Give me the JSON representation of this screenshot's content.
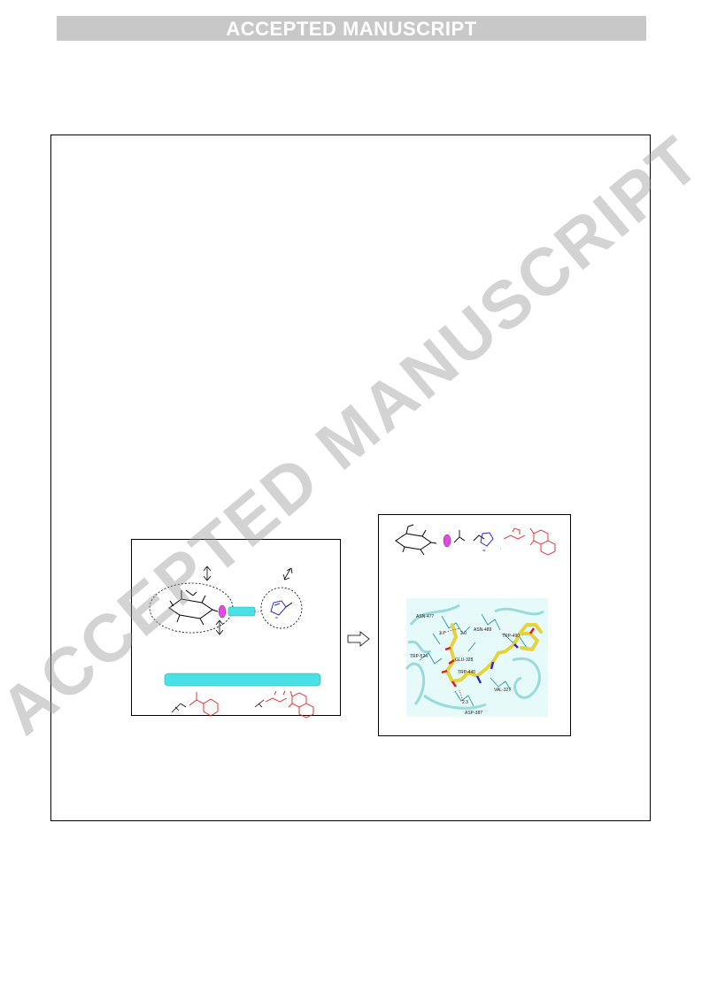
{
  "header": {
    "banner_text": "ACCEPTED MANUSCRIPT"
  },
  "watermark": {
    "text": "ACCEPTED MANUSCRIPT"
  },
  "docking": {
    "residues": [
      "ASN-477",
      "ASN-489",
      "TRP-490",
      "TRP-524",
      "GLU-328",
      "TRP-440",
      "VAL-327",
      "ASP-387"
    ],
    "distances": [
      "3.7",
      "2.0",
      "2.3"
    ]
  },
  "colors": {
    "banner_bg": "#c8c8c8",
    "cyan": "#49e0e6",
    "magenta": "#e04ae0",
    "blue": "#2a2ad0",
    "red": "#e02020",
    "ligand_yellow": "#e6d23a",
    "protein_cyan": "#8fd8d8"
  }
}
